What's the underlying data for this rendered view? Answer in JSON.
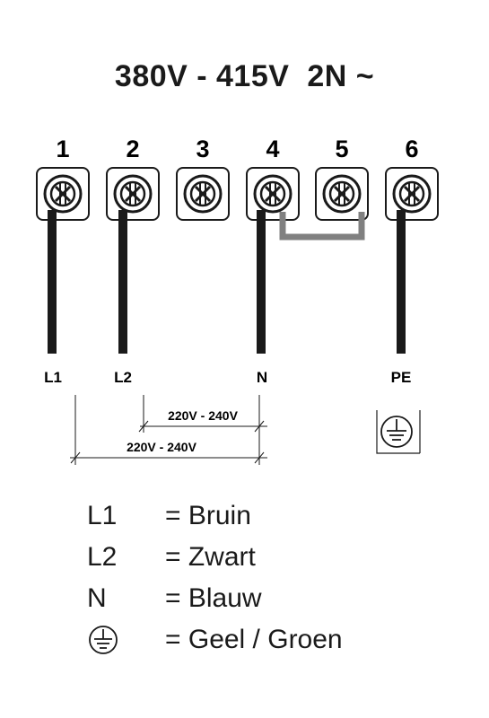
{
  "title": "380V - 415V  2N ~",
  "terminals": [
    {
      "number": "1",
      "wire": "L1"
    },
    {
      "number": "2",
      "wire": "L2"
    },
    {
      "number": "3",
      "wire": ""
    },
    {
      "number": "4",
      "wire": "N"
    },
    {
      "number": "5",
      "wire": ""
    },
    {
      "number": "6",
      "wire": "PE"
    }
  ],
  "bridge": {
    "from": "4",
    "to": "5",
    "color": "#808080"
  },
  "voltages": [
    {
      "label": "220V - 240V",
      "from": "L2",
      "to": "N"
    },
    {
      "label": "220V - 240V",
      "from": "L1",
      "to": "N"
    }
  ],
  "earth_symbol": "earth-ground-icon",
  "legend": [
    {
      "key": "L1",
      "value": "= Bruin"
    },
    {
      "key": "L2",
      "value": "= Zwart"
    },
    {
      "key": "N",
      "value": "= Blauw"
    },
    {
      "key_icon": "earth-ground-icon",
      "value": "= Geel / Groen"
    }
  ],
  "colors": {
    "line": "#1a1a1a",
    "bridge": "#808080"
  }
}
